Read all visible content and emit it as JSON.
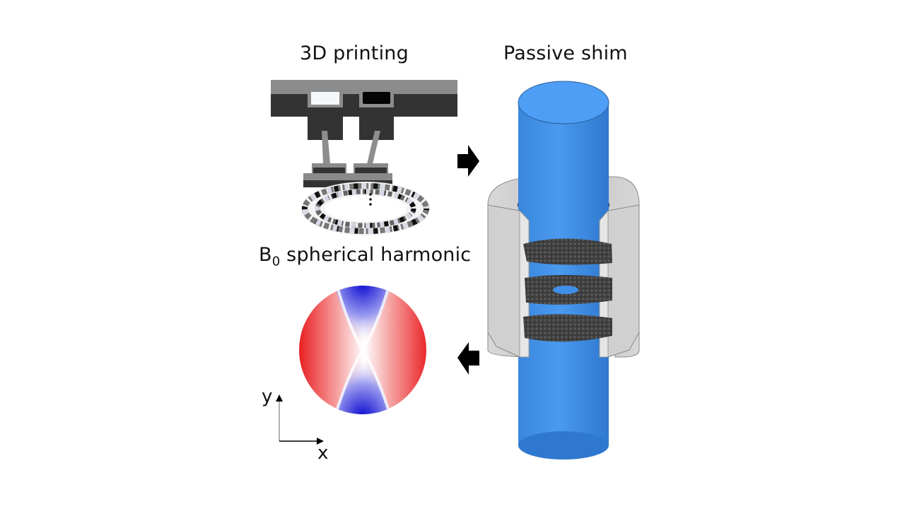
{
  "panels": {
    "printing": {
      "title": "3D printing"
    },
    "shim": {
      "title": "Passive shim"
    },
    "harmonic": {
      "title_main": "B",
      "title_sub": "0",
      "title_rest": " spherical harmonic"
    }
  },
  "axes": {
    "x_label": "x",
    "y_label": "y"
  },
  "arrows": [
    {
      "direction": "right",
      "from": "3D printing",
      "to": "Passive shim"
    },
    {
      "direction": "left",
      "from": "Passive shim",
      "to": "B0 spherical harmonic"
    }
  ],
  "colors": {
    "cylinder_blue": "#3f8fe8",
    "housing_gray": "#cfcfcf",
    "shim_dark": "#3a3a3a",
    "field_red": "#e8191c",
    "field_blue": "#1515c8",
    "printer_dark": "#333333",
    "printer_light": "#8a8a8a"
  }
}
